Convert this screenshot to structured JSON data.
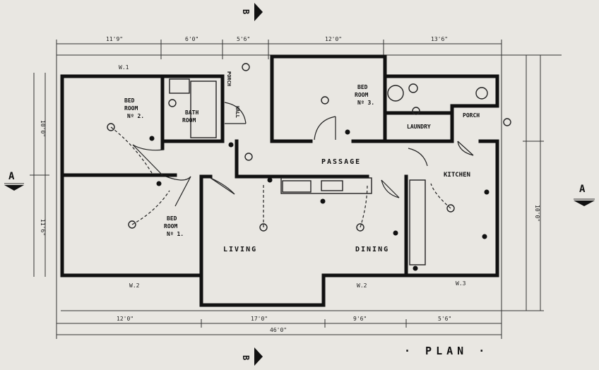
{
  "plan": {
    "title": "· PLAN ·",
    "section_a": "A",
    "section_b": "B",
    "rooms": {
      "bedroom2": [
        "BED",
        "ROOM",
        "Nº 2."
      ],
      "bath": [
        "BATH",
        "ROOM"
      ],
      "hall": "HALL",
      "porch_left": "PORCH",
      "bedroom3": [
        "BED",
        "ROOM",
        "Nº 3."
      ],
      "laundry": "LAUNDRY",
      "porch_right": "PORCH",
      "passage": "PASSAGE",
      "kitchen": "KITCHEN",
      "bedroom1": [
        "BED",
        "ROOM",
        "Nº 1."
      ],
      "living": "LIVING",
      "dining": "DINING"
    },
    "dimensions": {
      "overall": "46'0\"",
      "top": [
        "11'9\"",
        "6'0\"",
        "5'6\"",
        "12'0\"",
        "13'6\""
      ],
      "left": [
        "10'0\"",
        "11'6\""
      ],
      "right": [
        "10'0\""
      ],
      "bottom": [
        "12'0\"",
        "17'0\"",
        "9'6\"",
        "5'6\""
      ],
      "wall_notes": [
        "W.2",
        "W.2",
        "W.3",
        "W.1"
      ]
    }
  }
}
